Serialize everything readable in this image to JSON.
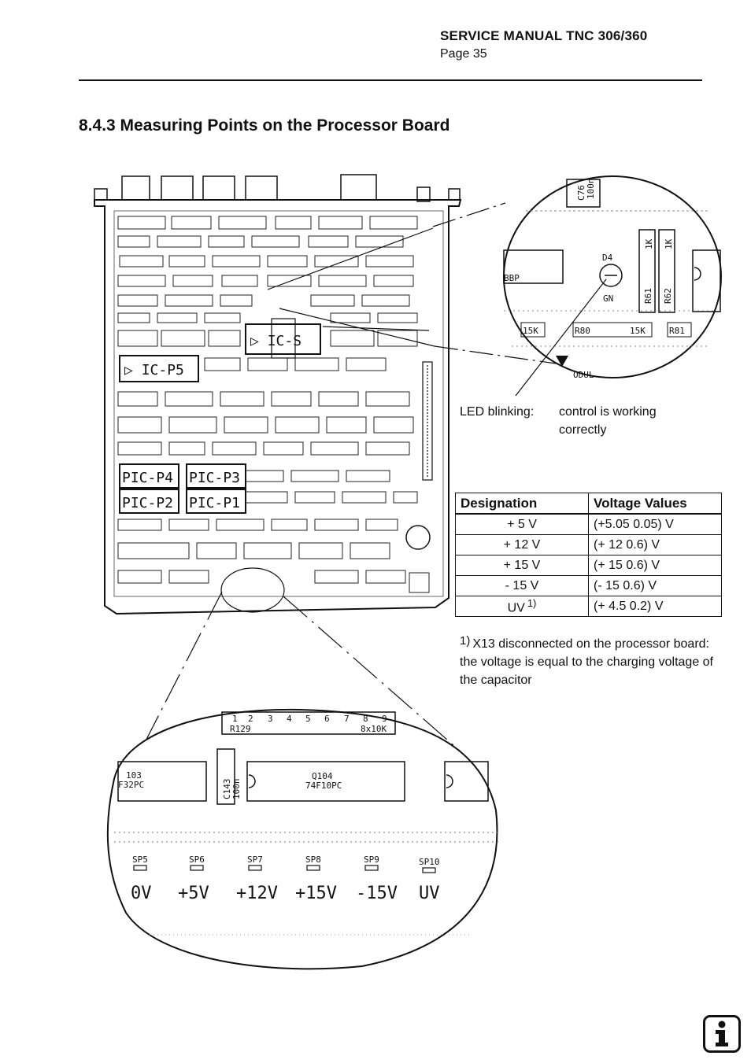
{
  "header": {
    "title": "SERVICE MANUAL TNC 306/360",
    "page": "Page 35"
  },
  "section": {
    "title": "8.4.3 Measuring Points on the Processor Board"
  },
  "board": {
    "chip_labels": [
      "IC-S",
      "IC-P5",
      "PIC-P4",
      "PIC-P3",
      "PIC-P2",
      "PIC-P1"
    ]
  },
  "zoom_led": {
    "labels": [
      "C76",
      "100n",
      "D4",
      "GN",
      "1K",
      "1K",
      "R61",
      "R62",
      "BBP",
      "15K",
      "R80",
      "15K",
      "R81",
      "ODUL"
    ]
  },
  "zoom_points": {
    "resistor_pins": [
      "1",
      "2",
      "3",
      "4",
      "5",
      "6",
      "7",
      "8",
      "9"
    ],
    "resistor_labels": [
      "R129",
      "8x10K"
    ],
    "chip_labels": [
      "103",
      "F32PC",
      "Q104",
      "74F10PC",
      "C143",
      "100n"
    ],
    "points": [
      {
        "sp": "SP5",
        "voltage": "0V"
      },
      {
        "sp": "SP6",
        "voltage": "+5V"
      },
      {
        "sp": "SP7",
        "voltage": "+12V"
      },
      {
        "sp": "SP8",
        "voltage": "+15V"
      },
      {
        "sp": "SP9",
        "voltage": "-15V"
      },
      {
        "sp": "SP10",
        "voltage": "UV"
      }
    ]
  },
  "led_note": {
    "label": "LED blinking:",
    "text": "control is working correctly"
  },
  "table": {
    "headers": [
      "Designation",
      "Voltage Values"
    ],
    "rows": [
      {
        "designation": "+ 5 V",
        "value": "(+5.05    0.05) V",
        "footnote": ""
      },
      {
        "designation": "+ 12 V",
        "value": "(+ 12    0.6) V",
        "footnote": ""
      },
      {
        "designation": "+ 15 V",
        "value": "(+ 15    0.6) V",
        "footnote": ""
      },
      {
        "designation": "- 15 V",
        "value": "(- 15    0.6) V",
        "footnote": ""
      },
      {
        "designation": "UV",
        "value": "(+ 4.5    0.2) V",
        "footnote": "1)"
      }
    ]
  },
  "footnote": {
    "mark": "1)",
    "text": "X13 disconnected on the processor board: the voltage is equal to the charging voltage of the capacitor"
  },
  "info_icon": {
    "glyph": "i",
    "name": "info-icon"
  }
}
